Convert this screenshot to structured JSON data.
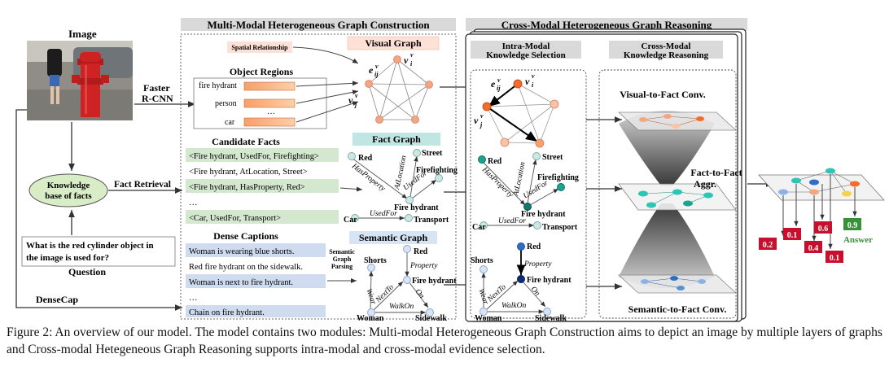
{
  "image_label": "Image",
  "question_label": "Question",
  "densecap_label": "DenseCap",
  "faster_rcnn": [
    "Faster",
    "R-CNN"
  ],
  "fact_retrieval": "Fact Retrieval",
  "knowledge_base": [
    "Knowledge",
    "base of facts"
  ],
  "question_text": [
    "What is the red cylinder object in",
    "the image is used for?"
  ],
  "mmhgc_title": "Multi-Modal Heterogeneous Graph Construction",
  "cmhgr_title": "Cross-Modal Heterogeneous Graph Reasoning",
  "spatial_relationship": "Spatial Relationship",
  "object_regions_title": "Object Regions",
  "object_regions": [
    "fire hydrant",
    "person",
    "…",
    "car"
  ],
  "visual_graph_title": "Visual Graph",
  "candidate_facts_title": "Candidate Facts",
  "candidate_facts": [
    "<Fire hydrant, UsedFor, Firefighting>",
    "<Fire hydrant, AtLocation, Street>",
    "<Fire hydrant, HasProperty, Red>",
    "…",
    "<Car, UsedFor, Transport>"
  ],
  "fact_graph_title": "Fact Graph",
  "dense_captions_title": "Dense Captions",
  "dense_captions": [
    "Woman is wearing blue shorts.",
    "Red fire hydrant on the sidewalk.",
    "Woman is next to fire hydrant.",
    "…",
    "Chain on fire hydrant."
  ],
  "semantic_graph_title": "Semantic Graph",
  "semantic_graph_parsing": [
    "Semantic",
    "Graph",
    "Parsing"
  ],
  "fact_nodes": {
    "red": "Red",
    "street": "Street",
    "firefighting": "Firefighting",
    "fire_hydrant": "Fire hydrant",
    "car": "Car",
    "transport": "Transport"
  },
  "fact_edges": {
    "has_property": "HasProperty",
    "at_location": "AtLocation",
    "used_for": "UsedFor",
    "used_for2": "UsedFor"
  },
  "sem_nodes": {
    "shorts": "Shorts",
    "red": "Red",
    "fire_hydrant": "Fire hydrant",
    "woman": "Woman",
    "sidewalk": "Sidewalk"
  },
  "sem_edges": {
    "property": "Property",
    "wear": "Wear",
    "next_to": "NextTo",
    "on": "On",
    "walk_on": "WalkOn"
  },
  "visual_labels": {
    "e_sub": "e",
    "e_sup": "v",
    "e_idx": "ij",
    "vi": "v",
    "vi_sub": "i",
    "vj": "v",
    "vj_sub": "j"
  },
  "intra_modal_title": [
    "Intra-Modal",
    "Knowledge Selection"
  ],
  "cross_modal_title": [
    "Cross-Modal",
    "Knowledge Reasoning"
  ],
  "visual_to_fact": "Visual-to-Fact Conv.",
  "fact_to_fact": [
    "Fact-to-Fact",
    "Aggr."
  ],
  "semantic_to_fact": "Semantic-to-Fact Conv.",
  "scores": [
    "0.2",
    "0.1",
    "0.4",
    "0.6",
    "0.1",
    "0.9"
  ],
  "answer_label": "Answer",
  "caption": "Figure 2: An overview of our model. The model contains two modules: Multi-modal Heterogeneous Graph Construction aims to depict an image by multiple layers of graphs and Cross-modal Hetegeneous Graph Reasoning supports intra-modal and cross-modal evidence selection.",
  "colors": {
    "node_orange": "#f4a582",
    "node_cyan": "#2ec4b6",
    "node_blue": "#1f4e9c",
    "score_red": "#c8102e",
    "score_green": "#3a8f3a",
    "fact_bg": "#d3e8cf",
    "caption_bg": "#cfdcef",
    "title_bg": "#d9d9d9"
  }
}
